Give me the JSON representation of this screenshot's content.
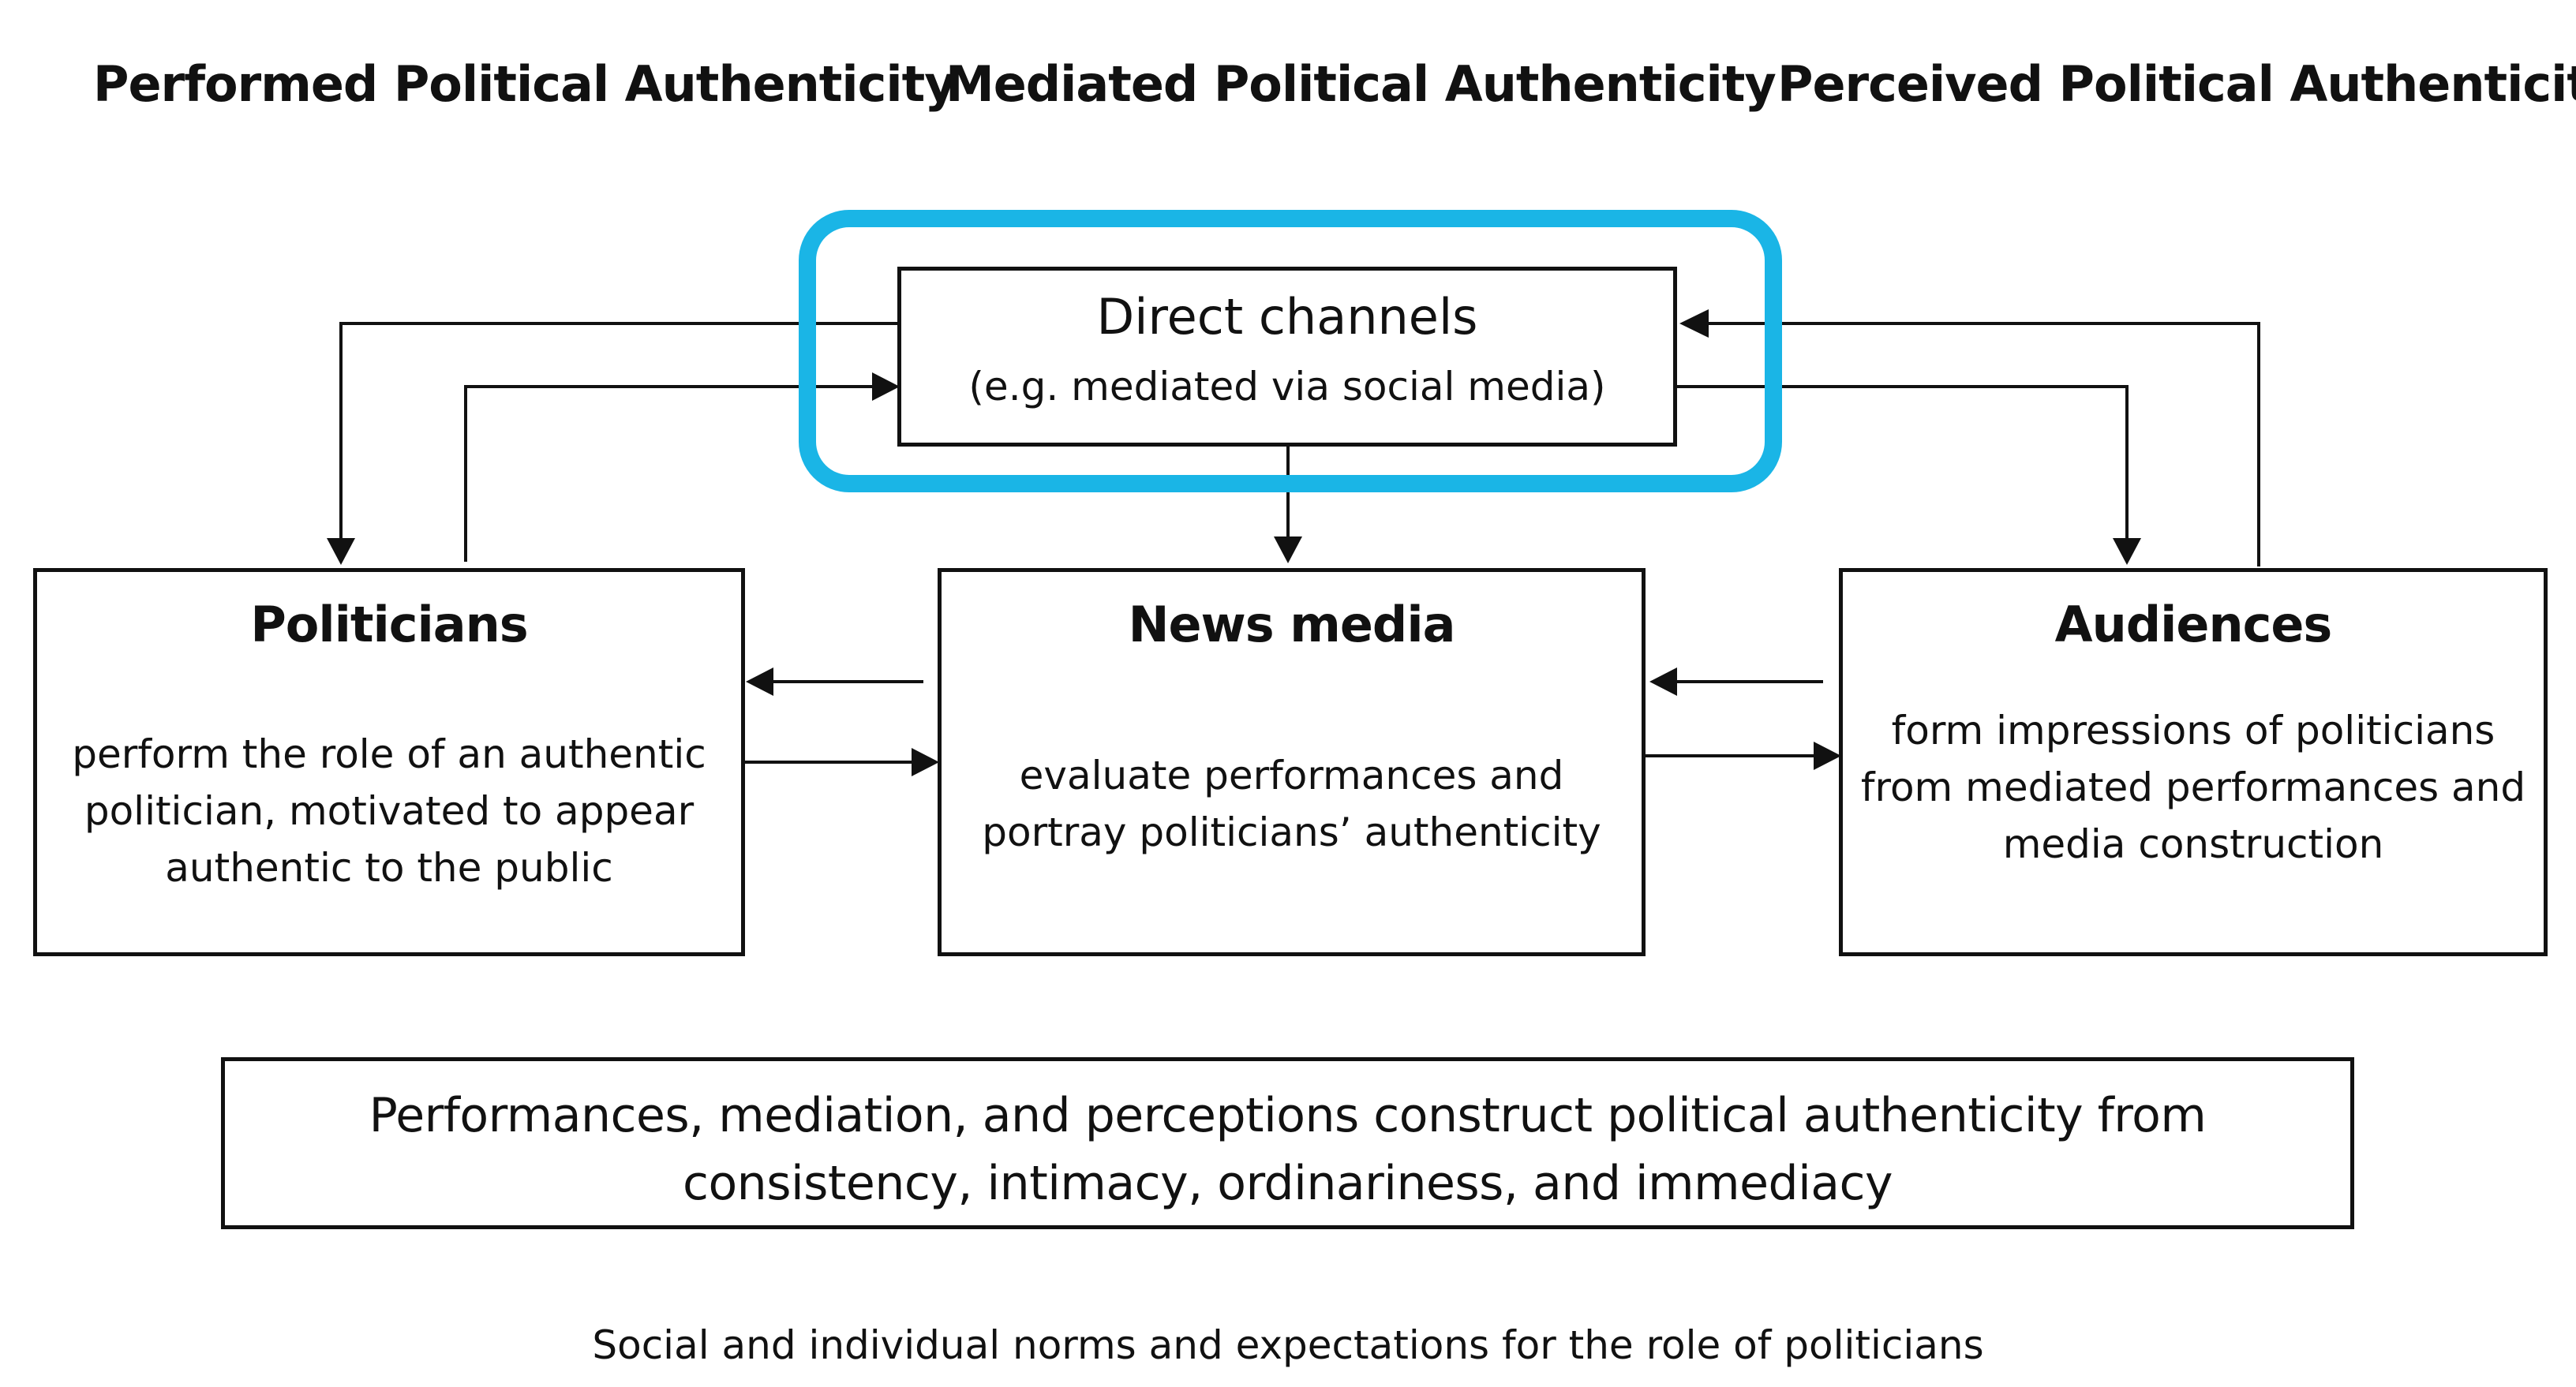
{
  "headings": {
    "performed": "Performed Political Authenticity",
    "mediated": "Mediated Political Authenticity",
    "perceived": "Perceived Political Authenticity"
  },
  "direct_channels": {
    "title": "Direct channels",
    "subtitle": "(e.g. mediated via social media)"
  },
  "politicians": {
    "title": "Politicians",
    "lines": [
      "perform the role of an authentic",
      "politician, motivated to appear",
      "authentic to the public"
    ]
  },
  "news_media": {
    "title": "News media",
    "lines": [
      "evaluate performances and",
      "portray politicians’ authenticity"
    ]
  },
  "audiences": {
    "title": "Audiences",
    "lines": [
      "form impressions of politicians",
      "from mediated performances and",
      "media construction"
    ]
  },
  "summary": {
    "lines": [
      "Performances, mediation, and perceptions construct political authenticity from",
      "consistency, intimacy, ordinariness, and immediacy"
    ]
  },
  "footer": "Social and individual norms and expectations for the role of politicians",
  "colors": {
    "highlight": "#1ab5e6",
    "ink": "#111111"
  }
}
